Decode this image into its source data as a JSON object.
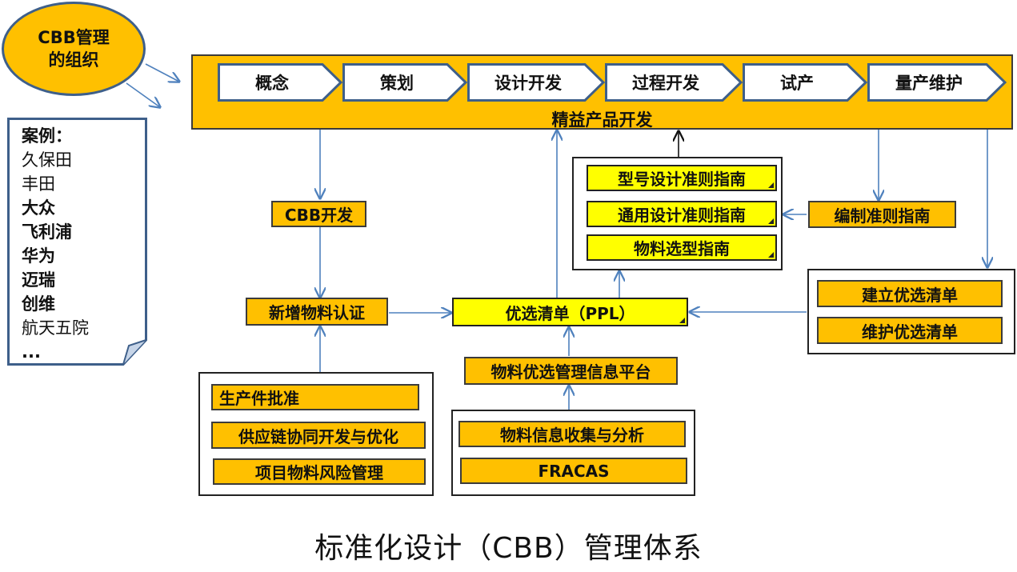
{
  "title": "标准化设计（CBB）管理体系",
  "org": {
    "line1": "CBB管理",
    "line2": "的组织"
  },
  "cases": {
    "heading": "案例：",
    "items": [
      "久保田",
      "丰田",
      "大众",
      "飞利浦",
      "华为",
      "迈瑞",
      "创维",
      "航天五院",
      "..."
    ]
  },
  "lean": {
    "label": "精益产品开发",
    "stages": [
      "概念",
      "策划",
      "设计开发",
      "过程开发",
      "试产",
      "量产维护"
    ]
  },
  "cbb_dev": "CBB开发",
  "new_material": "新增物料认证",
  "ppl": "优选清单（PPL）",
  "guides": [
    "型号设计准则指南",
    "通用设计准则指南",
    "物料选型指南"
  ],
  "compile_guides": "编制准则指南",
  "ppl_actions": [
    "建立优选清单",
    "维护优选清单"
  ],
  "platform": "物料优选管理信息平台",
  "approval_group": [
    "生产件批准",
    "供应链协同开发与优化",
    "项目物料风险管理"
  ],
  "info_group": [
    "物料信息收集与分析",
    "FRACAS"
  ],
  "colors": {
    "orange": "#ffc000",
    "yellow": "#ffff00",
    "arrow": "#4f81bd",
    "ellipse_border": "#3e5f8a"
  }
}
